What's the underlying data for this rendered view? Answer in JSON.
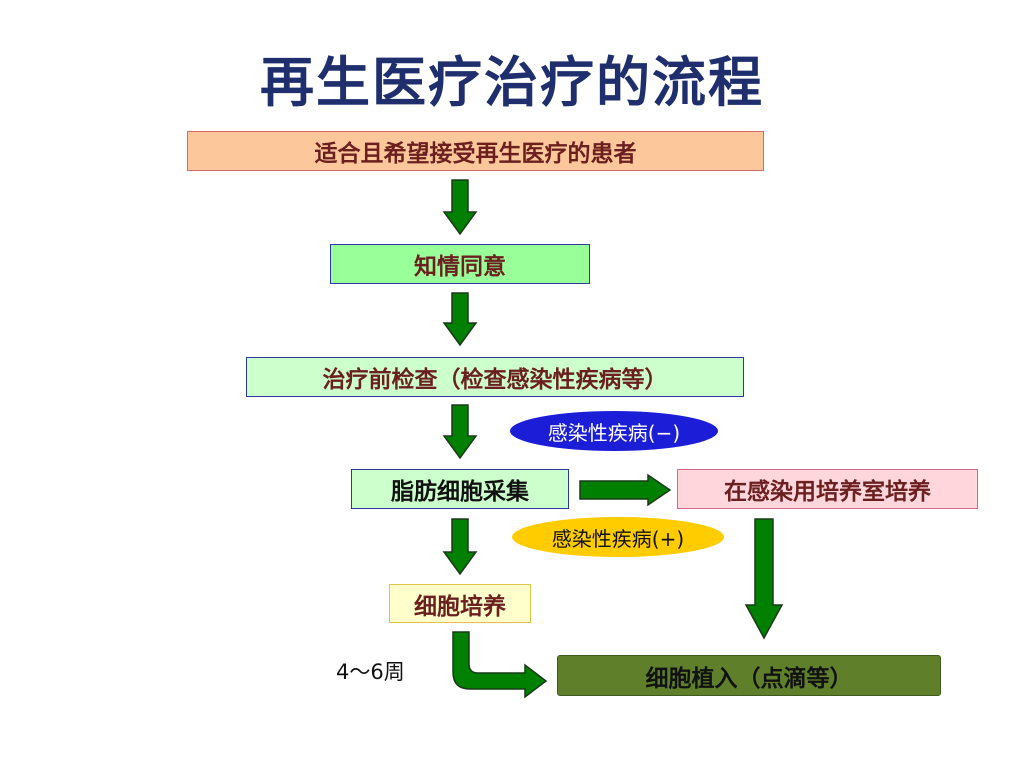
{
  "title": "再生医疗治疗的流程",
  "steps": {
    "patient": "适合且希望接受再生医疗的患者",
    "consent": "知情同意",
    "exam": "治疗前检查（检查感染性疾病等）",
    "harvest": "脂肪细胞采集",
    "infectious_culture": "在感染用培养室培养",
    "culture": "细胞培养",
    "implant": "细胞植入（点滴等）"
  },
  "conditions": {
    "negative": "感染性疾病(−)",
    "positive": "感染性疾病(+)"
  },
  "duration": "4～6周",
  "colors": {
    "arrow_fill": "#008000",
    "arrow_stroke": "#1a3a1a",
    "title": "#1f2f6e"
  }
}
